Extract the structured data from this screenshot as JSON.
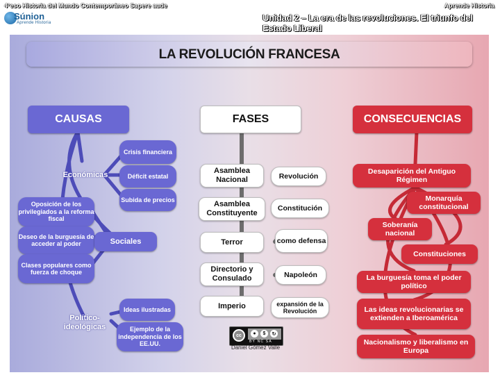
{
  "header": {
    "course": "4ºeso Historia del Mundo Contemporáneo Sapere aude",
    "logo_name": "Súnion",
    "logo_sub": "Aprende Historia",
    "unit": "Aprende Historia",
    "section": "Unidad 2 – La era de las revoluciones. El triunfo del Estado Liberal"
  },
  "title": "LA REVOLUCIÓN FRANCESA",
  "columns": {
    "causes": "CAUSAS",
    "phases": "FASES",
    "consequences": "CONSECUENCIAS"
  },
  "causes": {
    "economic": {
      "label": "Económicas",
      "items": [
        "Crisis financiera",
        "Déficit estatal",
        "Subida de precios"
      ]
    },
    "social": {
      "label": "Sociales",
      "items": [
        "Oposición de los privilegiados a la reforma fiscal",
        "Deseo de la burguesía de acceder al poder",
        "Clases populares como fuerza de choque"
      ]
    },
    "political": {
      "label": "Político-ideológicas",
      "items": [
        "Ideas ilustradas",
        "Ejemplo de la independencia de los EE.UU."
      ]
    }
  },
  "phases": [
    {
      "name": "Asamblea Nacional",
      "note": "Revolución"
    },
    {
      "name": "Asamblea Constituyente",
      "note": "Constitución"
    },
    {
      "name": "Terror",
      "note": "como defensa"
    },
    {
      "name": "Directorio y Consulado",
      "note": "Napoleón"
    },
    {
      "name": "Imperio",
      "note": "expansión de la Revolución"
    }
  ],
  "consequences": [
    "Desaparición del Antiguo Régimen",
    "Monarquía constitucional",
    "Soberanía nacional",
    "Constituciones",
    "La burguesía toma el poder político",
    "Las ideas revolucionarias se extienden a Iberoamérica",
    "Nacionalismo y liberalismo en Europa"
  ],
  "license": {
    "badge": "cc",
    "tags": "BY NC SA",
    "author": "Daniel Gómez Valle"
  },
  "colors": {
    "causes": "#6a68d3",
    "phases": "#ffffff",
    "consequences": "#d5303d"
  }
}
